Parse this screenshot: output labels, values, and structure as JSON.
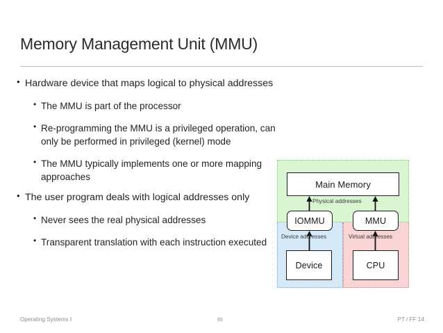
{
  "slide": {
    "title": "Memory Management Unit (MMU)",
    "bullets": [
      {
        "level": 1,
        "text": "Hardware device that maps logical to physical addresses"
      },
      {
        "level": 2,
        "text": "The MMU is part of the processor"
      },
      {
        "level": 2,
        "text": "Re-programming the MMU is a privileged operation, can only be performed in privileged (kernel) mode"
      },
      {
        "level": 2,
        "text": "The MMU typically implements one or more mapping approaches"
      },
      {
        "level": 1,
        "text": "The user program deals with logical addresses only"
      },
      {
        "level": 2,
        "text": "Never sees the real physical addresses"
      },
      {
        "level": 2,
        "text": "Transparent translation with each instruction executed"
      }
    ]
  },
  "diagram": {
    "nodes": {
      "main_memory": "Main Memory",
      "iommu": "IOMMU",
      "mmu": "MMU",
      "device": "Device",
      "cpu": "CPU"
    },
    "edge_labels": {
      "physical": "Physical addresses",
      "device": "Device addresses",
      "virtual": "Virtual addresses"
    },
    "zone_colors": {
      "physical_green": "#d9f5d2",
      "device_blue": "#d6e9f9",
      "virtual_red": "#f9d4d4"
    }
  },
  "footer": {
    "left": "Operating Systems I",
    "page_number": "95",
    "right": "PT / FF 14"
  }
}
